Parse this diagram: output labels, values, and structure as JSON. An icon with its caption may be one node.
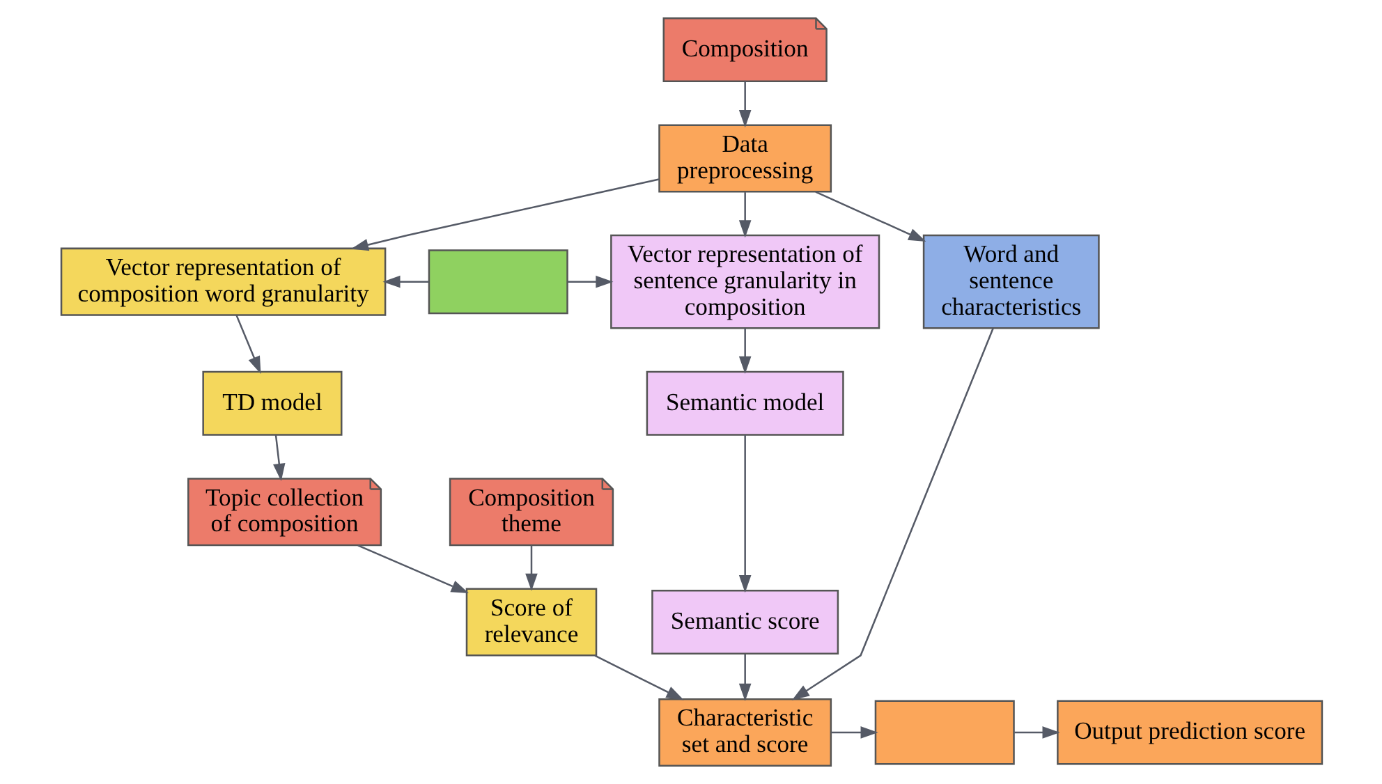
{
  "diagram": {
    "nodes": [
      {
        "text": [
          "Composition"
        ]
      },
      {
        "text": [
          "Data preprocessing"
        ]
      },
      {
        "text": [
          "Vector representation of composition word granularity"
        ]
      },
      {
        "text": [],
        "shape": "box"
      },
      {
        "text": [
          "Vector representation of sentence granularity in composition"
        ]
      },
      {
        "text": [
          "Word and sentence characteristics"
        ]
      },
      {
        "text": [
          "TD model"
        ]
      },
      {
        "text": [
          "Semantic model"
        ]
      },
      {
        "text": [
          "Topic collection of composition"
        ]
      },
      {
        "text": [
          "Composition theme"
        ]
      },
      {
        "text": [
          "Semantic score"
        ]
      },
      {
        "text": [
          "Score of relevance"
        ]
      },
      {
        "text": [
          "Characteristic set and score"
        ]
      },
      {
        "text": [],
        "shape": "box"
      },
      {
        "text": [
          "Output prediction score"
        ]
      }
    ],
    "edges": [
      {
        "from": 0,
        "to": 1,
        "arrow": "to"
      },
      {
        "from": 1,
        "to": 2,
        "arrow": "to"
      },
      {
        "from": 1,
        "to": 4,
        "arrow": "to"
      },
      {
        "from": 1,
        "to": 5,
        "arrow": "to"
      },
      {
        "from": 3,
        "to": 2,
        "arrow": "to"
      },
      {
        "from": 3,
        "to": 4,
        "arrow": "to"
      },
      {
        "from": 2,
        "to": 6,
        "arrow": "to"
      },
      {
        "from": 4,
        "to": 7,
        "arrow": "to"
      },
      {
        "from": 6,
        "to": 8,
        "arrow": "to"
      },
      {
        "from": 7,
        "to": 10,
        "arrow": "to"
      },
      {
        "from": 8,
        "to": 11,
        "arrow": "to"
      },
      {
        "from": 9,
        "to": 11,
        "arrow": "to"
      },
      {
        "from": 11,
        "to": 12,
        "arrow": "to"
      },
      {
        "from": 10,
        "to": 12,
        "arrow": "to"
      },
      {
        "from": 5,
        "to": 12,
        "arrow": "to"
      },
      {
        "from": 12,
        "to": 13,
        "arrow": "to"
      },
      {
        "from": 13,
        "to": 14,
        "arrow": "to"
      }
    ]
  }
}
